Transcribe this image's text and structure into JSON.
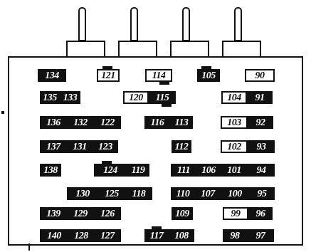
{
  "fuses": [
    {
      "label": "134",
      "style": "dark"
    },
    {
      "label": "121",
      "style": "boxed"
    },
    {
      "label": "114",
      "style": "boxed"
    },
    {
      "label": "105",
      "style": "dark"
    },
    {
      "label": "90",
      "style": "boxed"
    },
    {
      "label": "135",
      "style": "dark"
    },
    {
      "label": "133",
      "style": "dark"
    },
    {
      "label": "120",
      "style": "boxed"
    },
    {
      "label": "115",
      "style": "dark"
    },
    {
      "label": "104",
      "style": "boxed"
    },
    {
      "label": "91",
      "style": "dark"
    },
    {
      "label": "136",
      "style": "dark"
    },
    {
      "label": "132",
      "style": "dark"
    },
    {
      "label": "122",
      "style": "dark"
    },
    {
      "label": "116",
      "style": "dark"
    },
    {
      "label": "113",
      "style": "dark"
    },
    {
      "label": "103",
      "style": "boxed"
    },
    {
      "label": "92",
      "style": "dark"
    },
    {
      "label": "137",
      "style": "dark"
    },
    {
      "label": "131",
      "style": "dark"
    },
    {
      "label": "123",
      "style": "dark"
    },
    {
      "label": "112",
      "style": "dark"
    },
    {
      "label": "102",
      "style": "boxed"
    },
    {
      "label": "93",
      "style": "dark"
    },
    {
      "label": "138",
      "style": "dark"
    },
    {
      "label": "124",
      "style": "dark"
    },
    {
      "label": "119",
      "style": "dark"
    },
    {
      "label": "111",
      "style": "dark"
    },
    {
      "label": "106",
      "style": "dark"
    },
    {
      "label": "101",
      "style": "dark"
    },
    {
      "label": "94",
      "style": "dark"
    },
    {
      "label": "130",
      "style": "dark"
    },
    {
      "label": "125",
      "style": "dark"
    },
    {
      "label": "118",
      "style": "dark"
    },
    {
      "label": "110",
      "style": "dark"
    },
    {
      "label": "107",
      "style": "dark"
    },
    {
      "label": "100",
      "style": "dark"
    },
    {
      "label": "95",
      "style": "dark"
    },
    {
      "label": "139",
      "style": "dark"
    },
    {
      "label": "129",
      "style": "dark"
    },
    {
      "label": "126",
      "style": "dark"
    },
    {
      "label": "109",
      "style": "dark"
    },
    {
      "label": "99",
      "style": "boxed"
    },
    {
      "label": "96",
      "style": "dark"
    },
    {
      "label": "140",
      "style": "dark"
    },
    {
      "label": "128",
      "style": "dark"
    },
    {
      "label": "127",
      "style": "dark"
    },
    {
      "label": "117",
      "style": "dark"
    },
    {
      "label": "108",
      "style": "dark"
    },
    {
      "label": "98",
      "style": "dark"
    },
    {
      "label": "97",
      "style": "dark"
    }
  ]
}
